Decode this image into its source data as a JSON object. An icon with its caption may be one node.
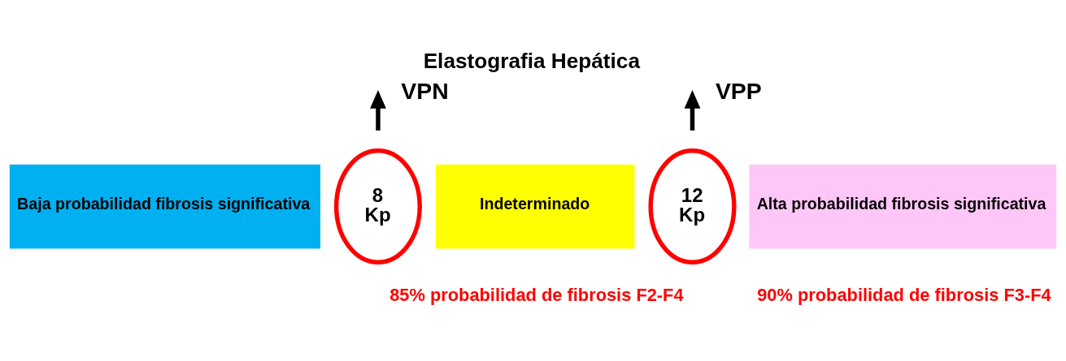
{
  "diagram": {
    "title": "Elastografia Hepática",
    "nodes": [
      {
        "text": [
          "Baja probabilidad fibrosis significativa"
        ]
      },
      {
        "text": [
          "8",
          "Kp"
        ]
      },
      {
        "text": [
          "Indeterminado"
        ],
        "beside": [
          "85% probabilidad de fibrosis F2-F4"
        ]
      },
      {
        "text": [
          "12",
          "Kp"
        ]
      },
      {
        "text": [
          "Alta probabilidad fibrosis significativa"
        ],
        "beside": [
          "90% probabilidad de fibrosis F3-F4"
        ]
      }
    ],
    "edges": [],
    "labels": [
      "VPN",
      "VPP"
    ]
  }
}
